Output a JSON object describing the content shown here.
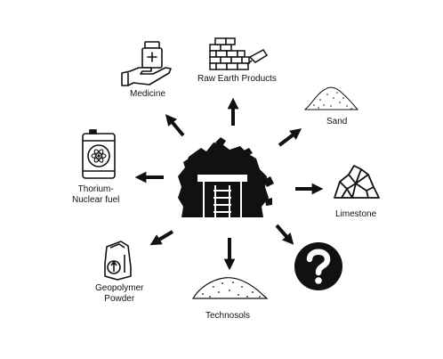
{
  "center": {
    "icon": "mine-entrance-icon"
  },
  "products": [
    {
      "id": "medicine",
      "label": "Medicine",
      "icon": "hand-medicine-bottle-icon"
    },
    {
      "id": "raw-earth",
      "label": "Raw Earth Products",
      "icon": "brick-wall-icon"
    },
    {
      "id": "sand",
      "label": "Sand",
      "icon": "sand-pile-icon"
    },
    {
      "id": "limestone",
      "label": "Limestone",
      "icon": "rock-icon"
    },
    {
      "id": "unknown",
      "label": "",
      "icon": "question-mark-icon"
    },
    {
      "id": "technosols",
      "label": "Technosols",
      "icon": "soil-pile-icon"
    },
    {
      "id": "geopolymer",
      "label_lines": [
        "Geopolymer",
        "Powder"
      ],
      "icon": "powder-sack-icon"
    },
    {
      "id": "thorium",
      "label_lines": [
        "Thorium-",
        "Nuclear fuel"
      ],
      "icon": "nuclear-barrel-icon"
    }
  ],
  "colors": {
    "ink": "#111111",
    "background": "#ffffff"
  }
}
